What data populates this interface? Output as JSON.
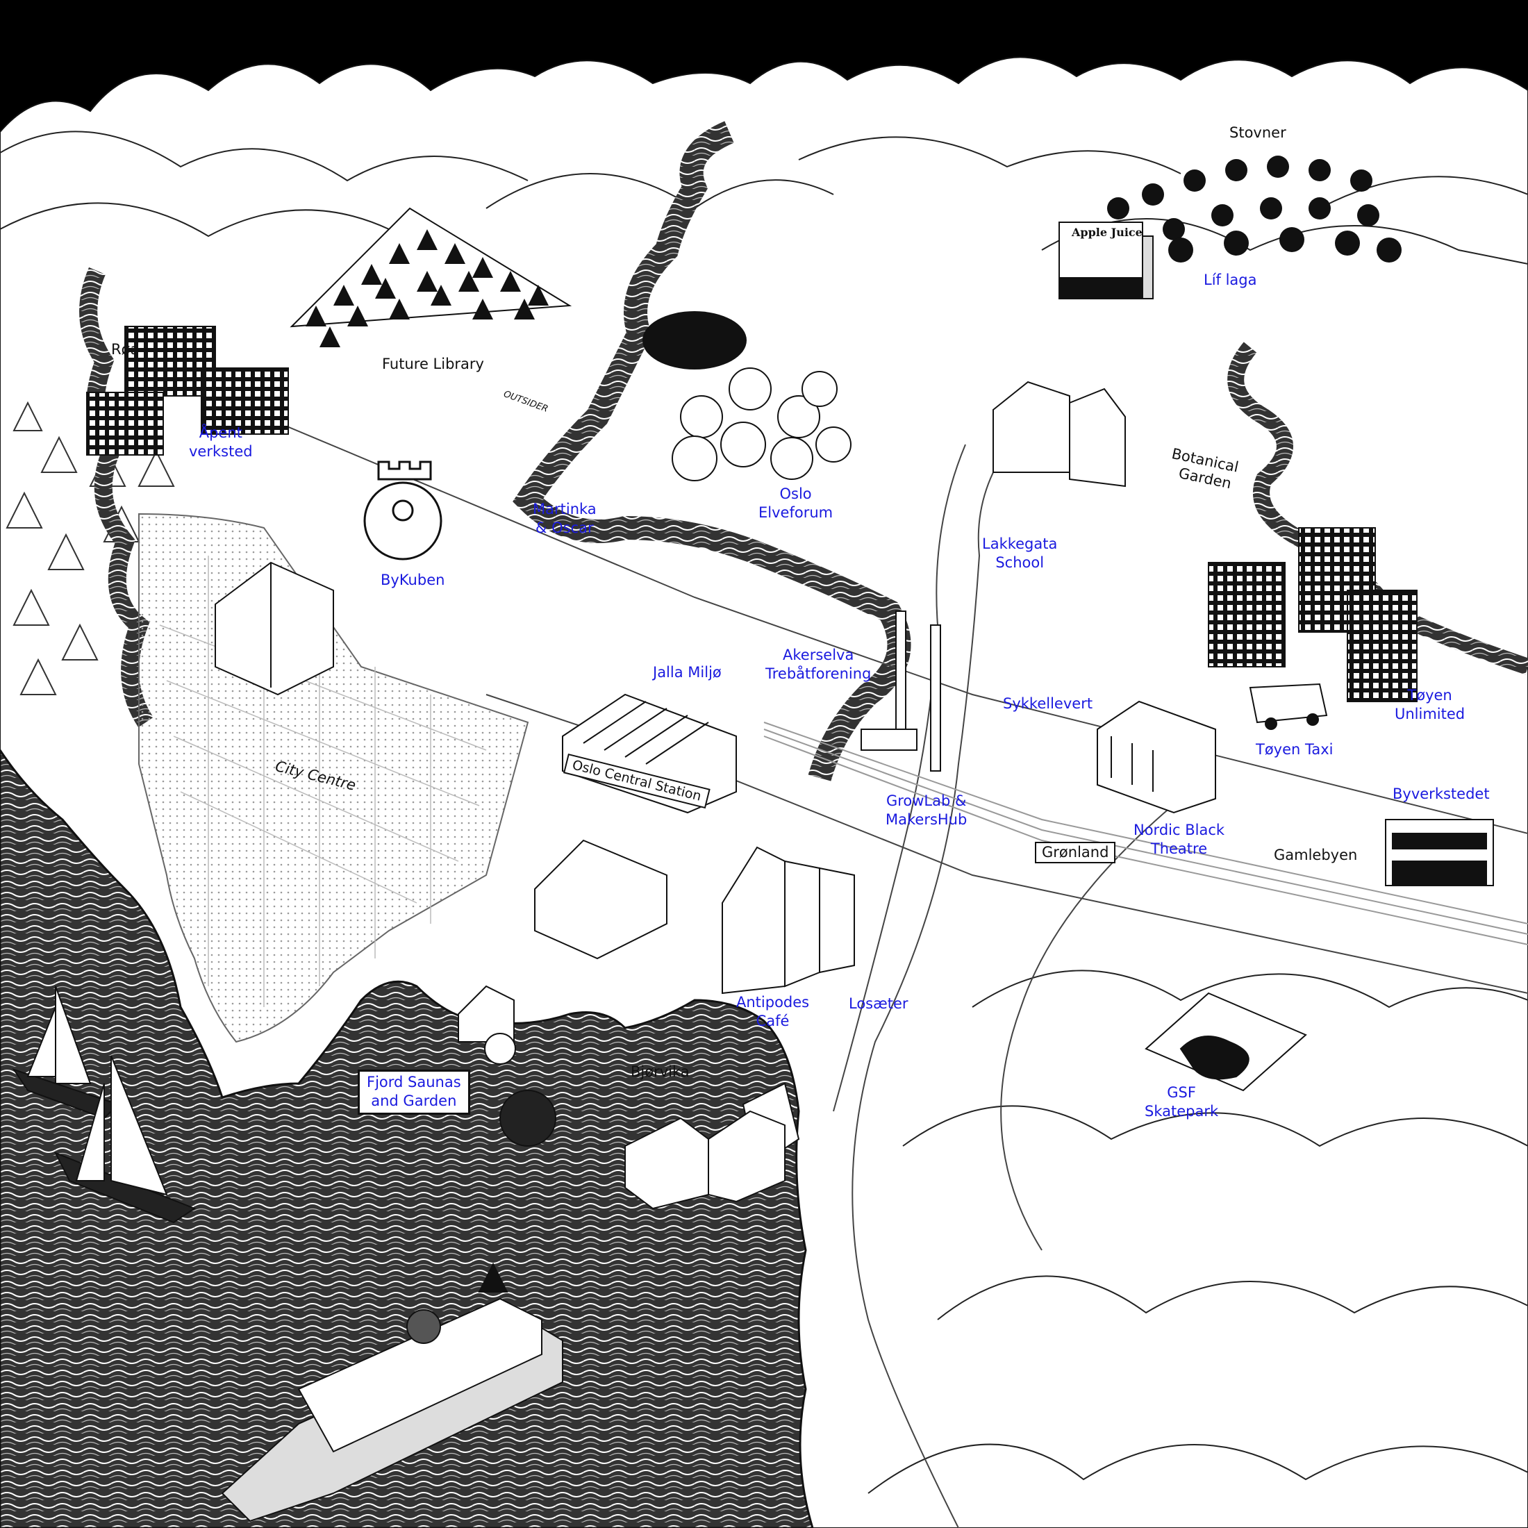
{
  "colors": {
    "ink": "#111111",
    "paper": "#ffffff",
    "label_blue": "#1a1adf",
    "water": "#2b2b2b",
    "sky": "#000000"
  },
  "place_labels": {
    "roa": "Røa",
    "future_library": "Future Library",
    "stovner": "Stovner",
    "botanical_garden_1": "Botanical",
    "botanical_garden_2": "Garden",
    "city_centre": "City Centre",
    "gronland": "Grønland",
    "gamlebyen": "Gamlebyen",
    "bjorvika": "Bjørvika",
    "oslo_central_station": "Oslo Central Station",
    "apple_juice_sign": "Apple Juice",
    "outsider_flag": "OUTSIDER"
  },
  "projects": {
    "apent_verksted": {
      "line1": "Åpent",
      "line2": "verksted"
    },
    "bykuben": {
      "line1": "ByKuben"
    },
    "martinka_oscar": {
      "line1": "Martinka",
      "line2": "& Oscar"
    },
    "oslo_elveforum": {
      "line1": "Oslo",
      "line2": "Elveforum"
    },
    "lif_laga": {
      "line1": "Líf laga"
    },
    "lakkegata_school": {
      "line1": "Lakkegata",
      "line2": "School"
    },
    "jalla_miljo": {
      "line1": "Jalla Miljø"
    },
    "akerselva": {
      "line1": "Akerselva",
      "line2": "Trebåtforening"
    },
    "sykkellevert": {
      "line1": "Sykkellevert"
    },
    "toyen_taxi": {
      "line1": "Tøyen Taxi"
    },
    "toyen_unlimited": {
      "line1": "Tøyen",
      "line2": "Unlimited"
    },
    "byverkstedet": {
      "line1": "Byverkstedet"
    },
    "growlab": {
      "line1": "GrowLab &",
      "line2": "MakersHub"
    },
    "nordic_black_theatre": {
      "line1": "Nordic Black",
      "line2": "Theatre"
    },
    "antipodes_cafe": {
      "line1": "Antipodes",
      "line2": "Café"
    },
    "losaeter": {
      "line1": "Losæter"
    },
    "gsf_skatepark": {
      "line1": "GSF",
      "line2": "Skatepark"
    },
    "fjord_saunas": {
      "line1": "Fjord Saunas",
      "line2": "and Garden"
    }
  }
}
